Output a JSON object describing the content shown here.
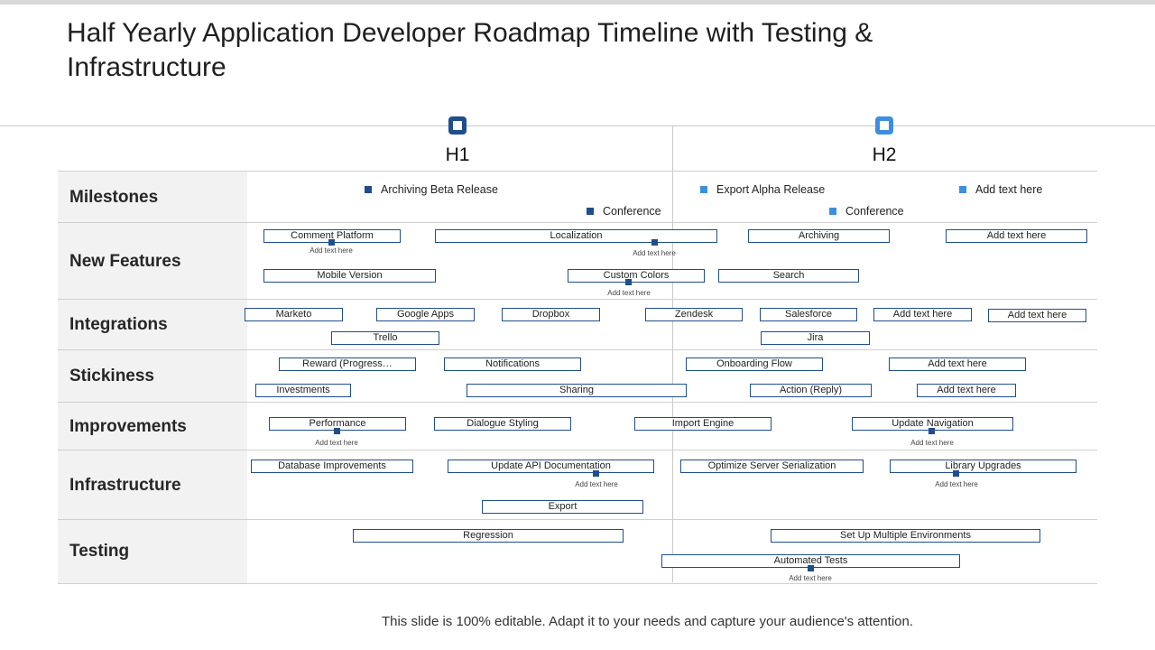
{
  "title": "Half Yearly Application Developer Roadmap Timeline with Testing & Infrastructure",
  "periods": [
    "H1",
    "H2"
  ],
  "rows": [
    "Milestones",
    "New Features",
    "Integrations",
    "Stickiness",
    "Improvements",
    "Infrastructure",
    "Testing"
  ],
  "milestones": [
    "Archiving Beta Release",
    "Conference",
    "Export Alpha Release",
    "Conference",
    "Add text here"
  ],
  "new_features": {
    "bars": [
      "Comment Platform",
      "Localization",
      "Archiving",
      "Add text here",
      "Mobile Version",
      "Custom Colors",
      "Search"
    ],
    "notes": [
      "Add text here",
      "Add text here",
      "Add text here"
    ]
  },
  "integrations": [
    "Marketo",
    "Google Apps",
    "Dropbox",
    "Zendesk",
    "Salesforce",
    "Add text here",
    "Add text here",
    "Trello",
    "Jira"
  ],
  "stickiness": [
    "Reward (Progress…",
    "Notifications",
    "Onboarding Flow",
    "Add text here",
    "Investments",
    "Sharing",
    "Action (Reply)",
    "Add text here"
  ],
  "improvements": {
    "bars": [
      "Performance",
      "Dialogue Styling",
      "Import Engine",
      "Update Navigation"
    ],
    "notes": [
      "Add text here",
      "Add text here"
    ]
  },
  "infrastructure": {
    "bars": [
      "Database Improvements",
      "Update API Documentation",
      "Optimize Server Serialization",
      "Library Upgrades",
      "Export"
    ],
    "notes": [
      "Add text here",
      "Add text here"
    ]
  },
  "testing": {
    "bars": [
      "Regression",
      "Set Up Multiple Environments",
      "Automated Tests"
    ],
    "notes": [
      "Add text here"
    ]
  },
  "footer": "This slide is 100% editable. Adapt it to your needs and capture your audience's attention.",
  "colors": {
    "dark_blue": "#1f4e8c",
    "light_blue": "#3d8ee0",
    "label_bg": "#f2f2f2"
  }
}
